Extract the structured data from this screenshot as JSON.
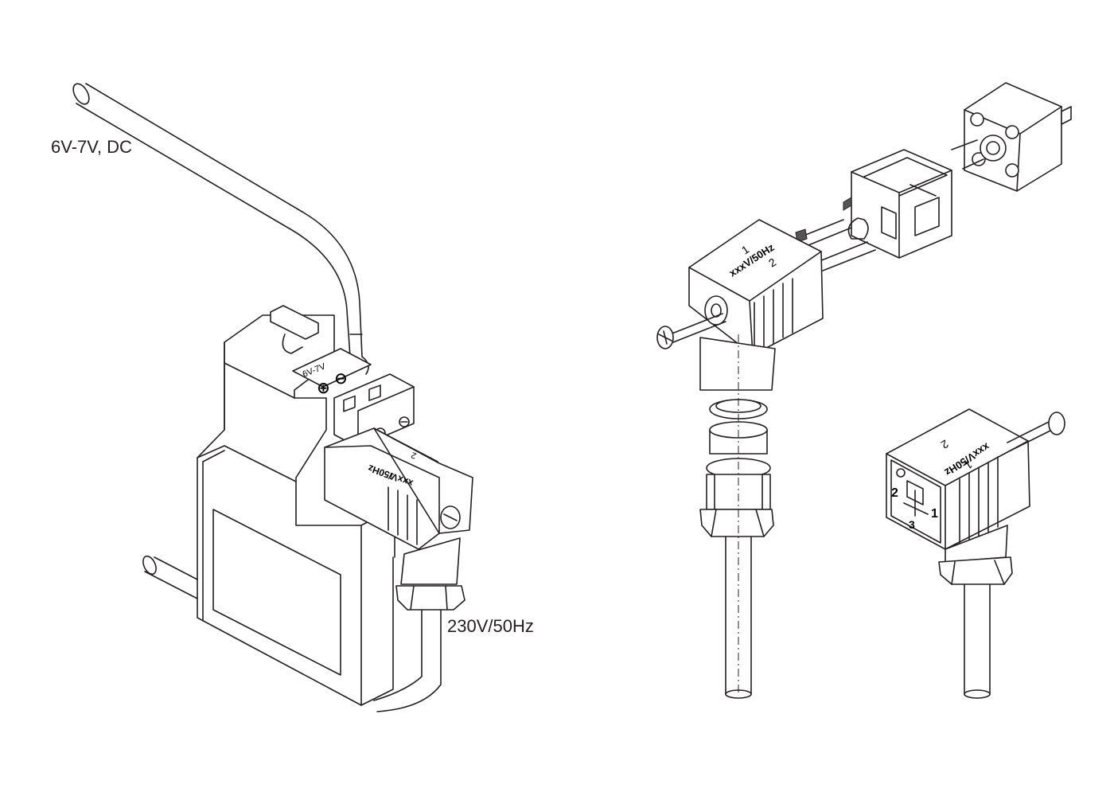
{
  "labels": {
    "dc_supply": "6V-7V, DC",
    "ac_supply": "230V/50Hz"
  },
  "terminal_block": {
    "voltage_marking": "6V-7V",
    "plus_symbol": "⊕",
    "minus_symbol": "⊖"
  },
  "connector_left": {
    "rating": "xxxV/50Hz",
    "pin1": "1",
    "pin2": "2"
  },
  "connector_exploded": {
    "rating": "xxxV/50Hz",
    "pin1": "1",
    "pin2": "2"
  },
  "connector_right": {
    "rating": "xxxV/50Hz",
    "pin1": "1",
    "pin2": "2",
    "face_pin1": "1",
    "face_pin2": "2",
    "face_pin3": "3"
  }
}
